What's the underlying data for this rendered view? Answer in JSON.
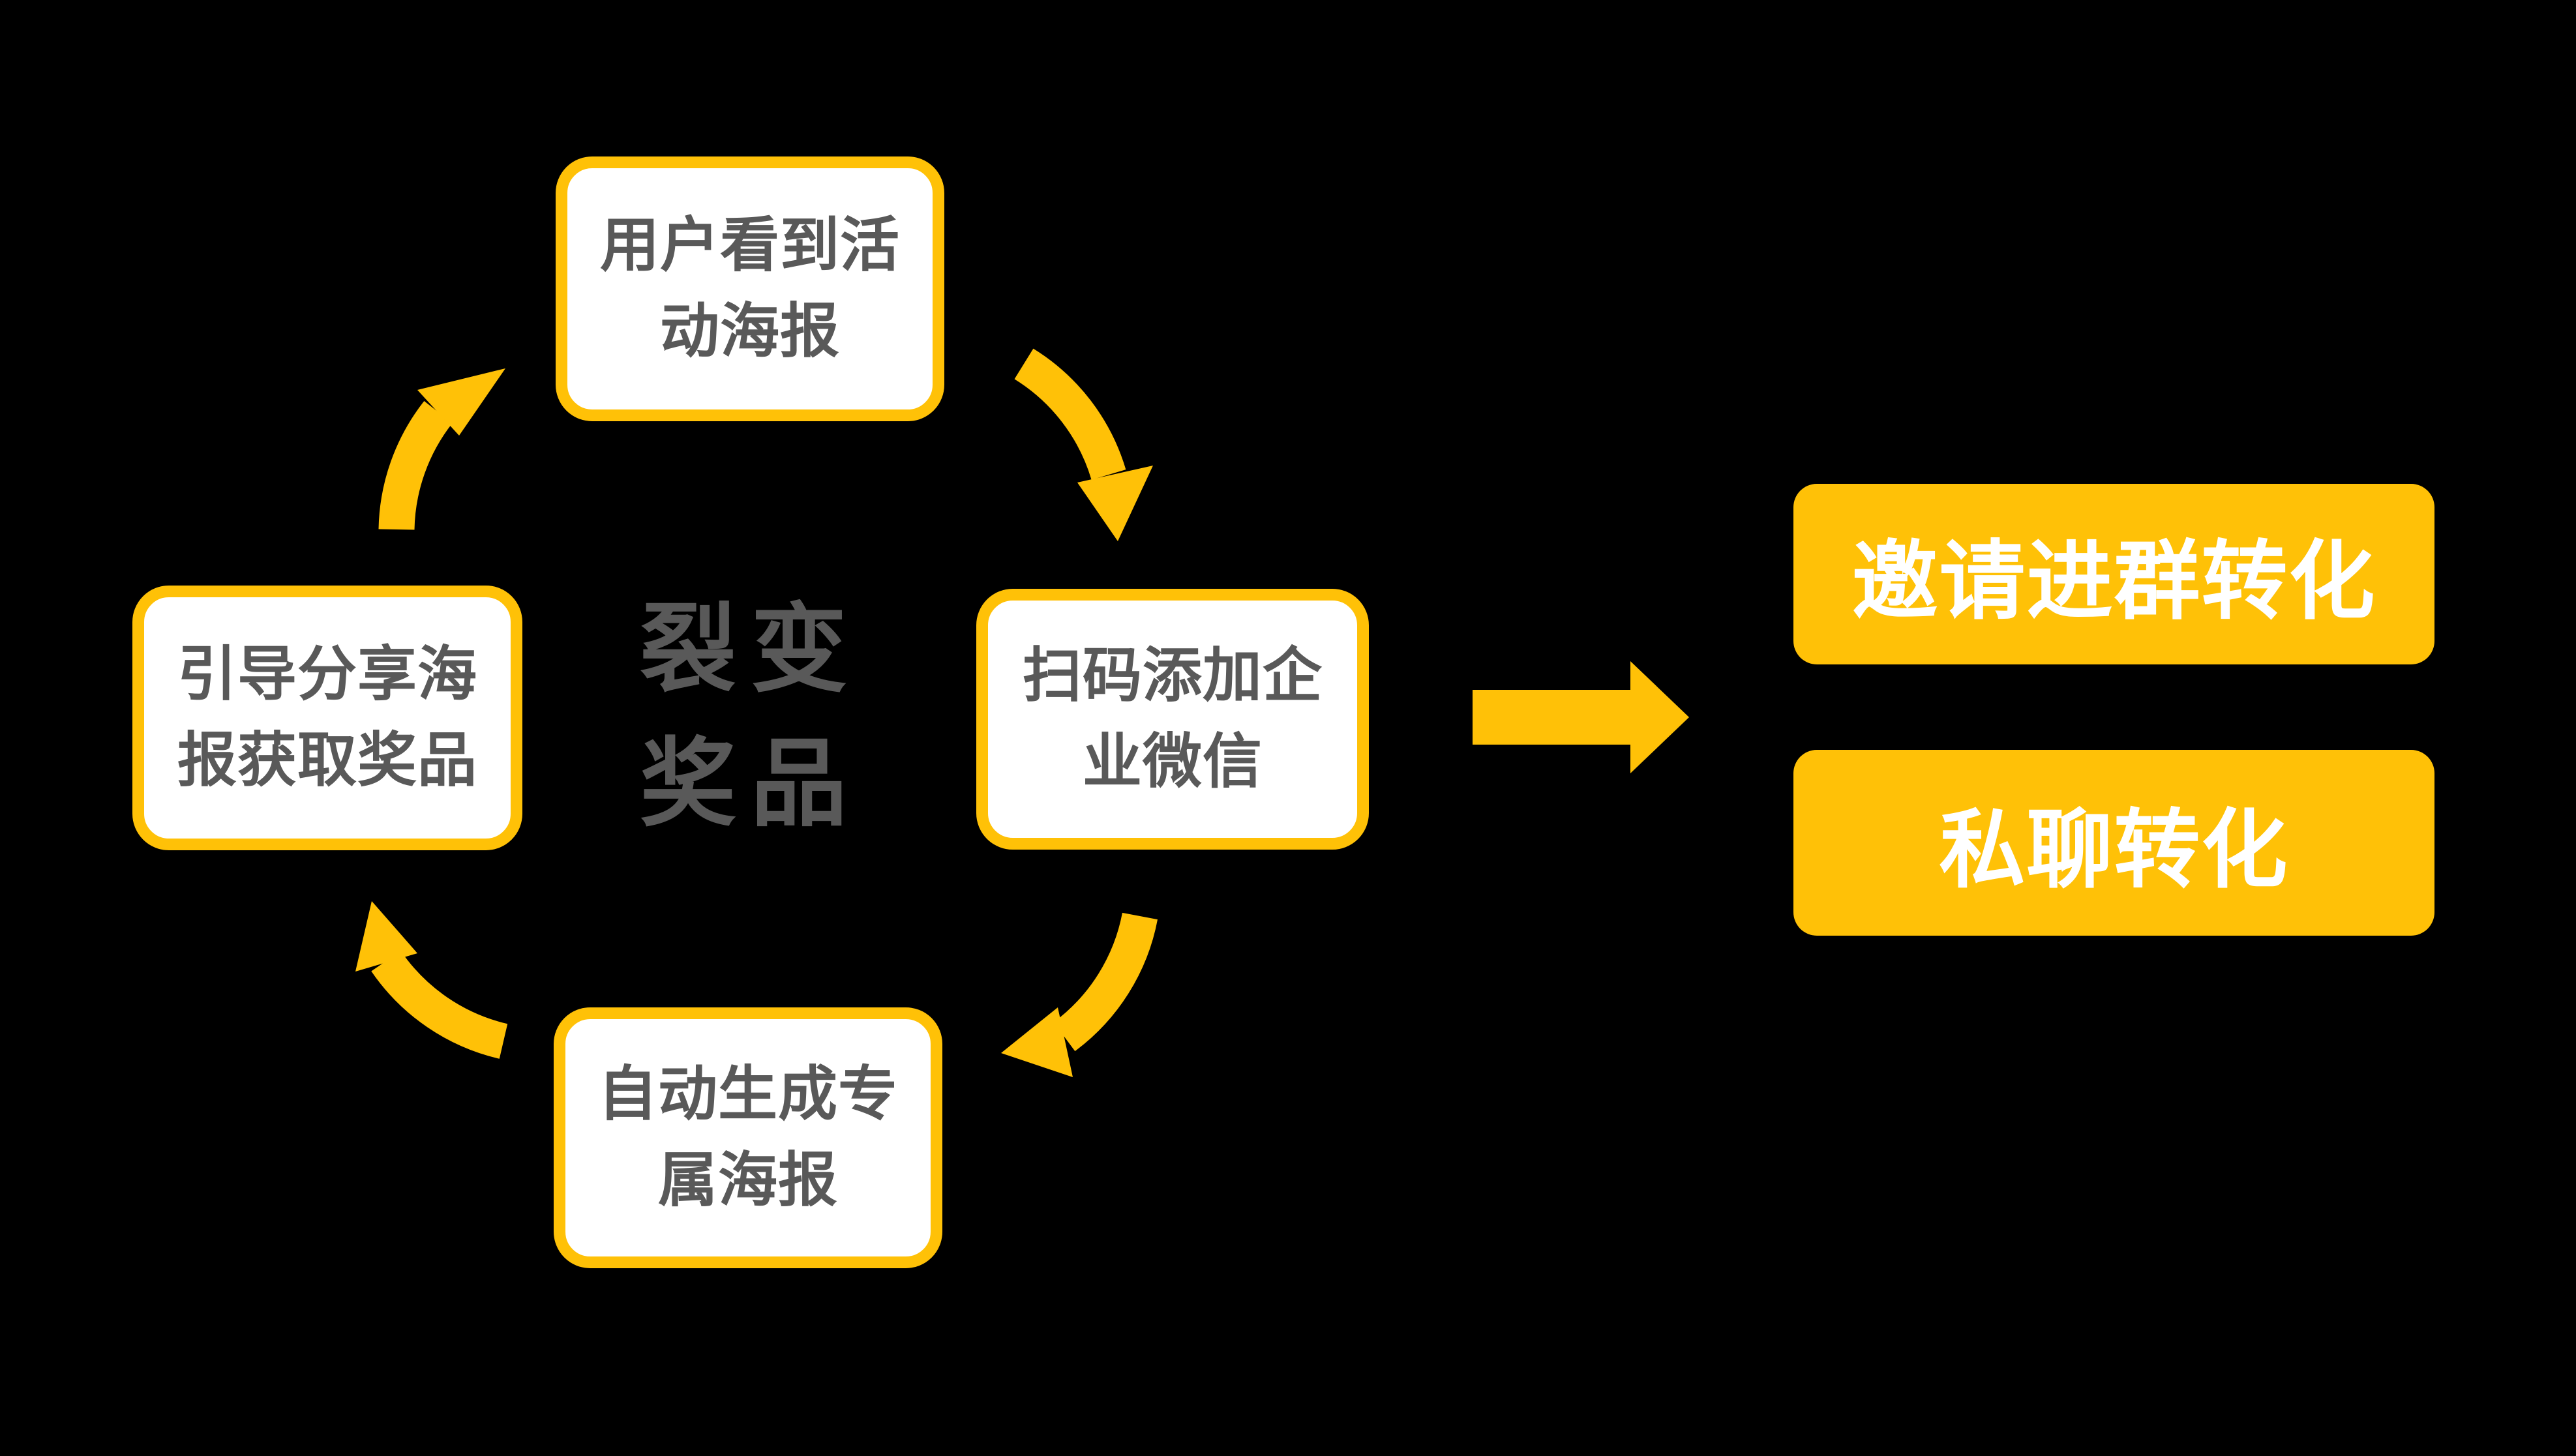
{
  "colors": {
    "background": "#000000",
    "accent": "#FFC107",
    "node_border": "#FFC107",
    "node_text": "#595959",
    "outcome_text": "#FFFFFF"
  },
  "cycle": {
    "center_label": {
      "lines": [
        "裂变",
        "奖品"
      ]
    },
    "nodes": [
      {
        "id": "top",
        "lines": [
          "用户看到活",
          "动海报"
        ]
      },
      {
        "id": "right",
        "lines": [
          "扫码添加企",
          "业微信"
        ]
      },
      {
        "id": "bottom",
        "lines": [
          "自动生成专",
          "属海报"
        ]
      },
      {
        "id": "left",
        "lines": [
          "引导分享海",
          "报获取奖品"
        ]
      }
    ],
    "arrow_icons": [
      "arrow-left-to-top-icon",
      "arrow-top-to-right-icon",
      "arrow-right-to-bottom-icon",
      "arrow-bottom-to-left-icon"
    ]
  },
  "flow": {
    "arrow_icon": "flow-arrow-right-icon"
  },
  "outcomes": [
    {
      "label": "邀请进群转化"
    },
    {
      "label": "私聊转化"
    }
  ]
}
